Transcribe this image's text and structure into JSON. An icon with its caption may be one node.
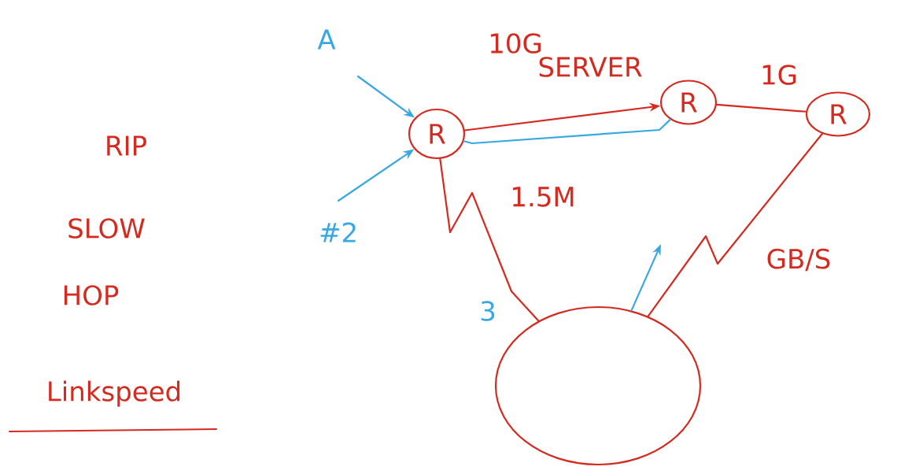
{
  "diagram": {
    "nodes": [
      {
        "text": [
          "R"
        ]
      },
      {
        "text": [
          "R"
        ]
      },
      {
        "text": [
          "R"
        ]
      },
      {
        "text": [],
        "shape": "circle"
      }
    ],
    "edges": [
      {
        "from": 0,
        "to": 1,
        "arrow": "to",
        "label": "10G"
      },
      {
        "from": 0,
        "to": 1,
        "arrow": "none",
        "color": "#3aa8e0"
      },
      {
        "from": 1,
        "to": 2,
        "arrow": "none",
        "label": "1G"
      },
      {
        "from": 0,
        "to": 3,
        "arrow": "none",
        "label": "1.5M"
      },
      {
        "from": 2,
        "to": 3,
        "arrow": "none",
        "label": "GB/S"
      },
      {
        "from": null,
        "to": 0,
        "arrow": "to",
        "color": "#3aa8e0"
      },
      {
        "from": null,
        "to": 0,
        "arrow": "to",
        "color": "#3aa8e0"
      },
      {
        "from": 3,
        "to": null,
        "arrow": "to",
        "color": "#3aa8e0"
      }
    ],
    "labels": [
      "A",
      "SERVER",
      "RIP",
      "SLOW",
      "#2",
      "HOP",
      "3",
      "Linkspeed"
    ]
  }
}
